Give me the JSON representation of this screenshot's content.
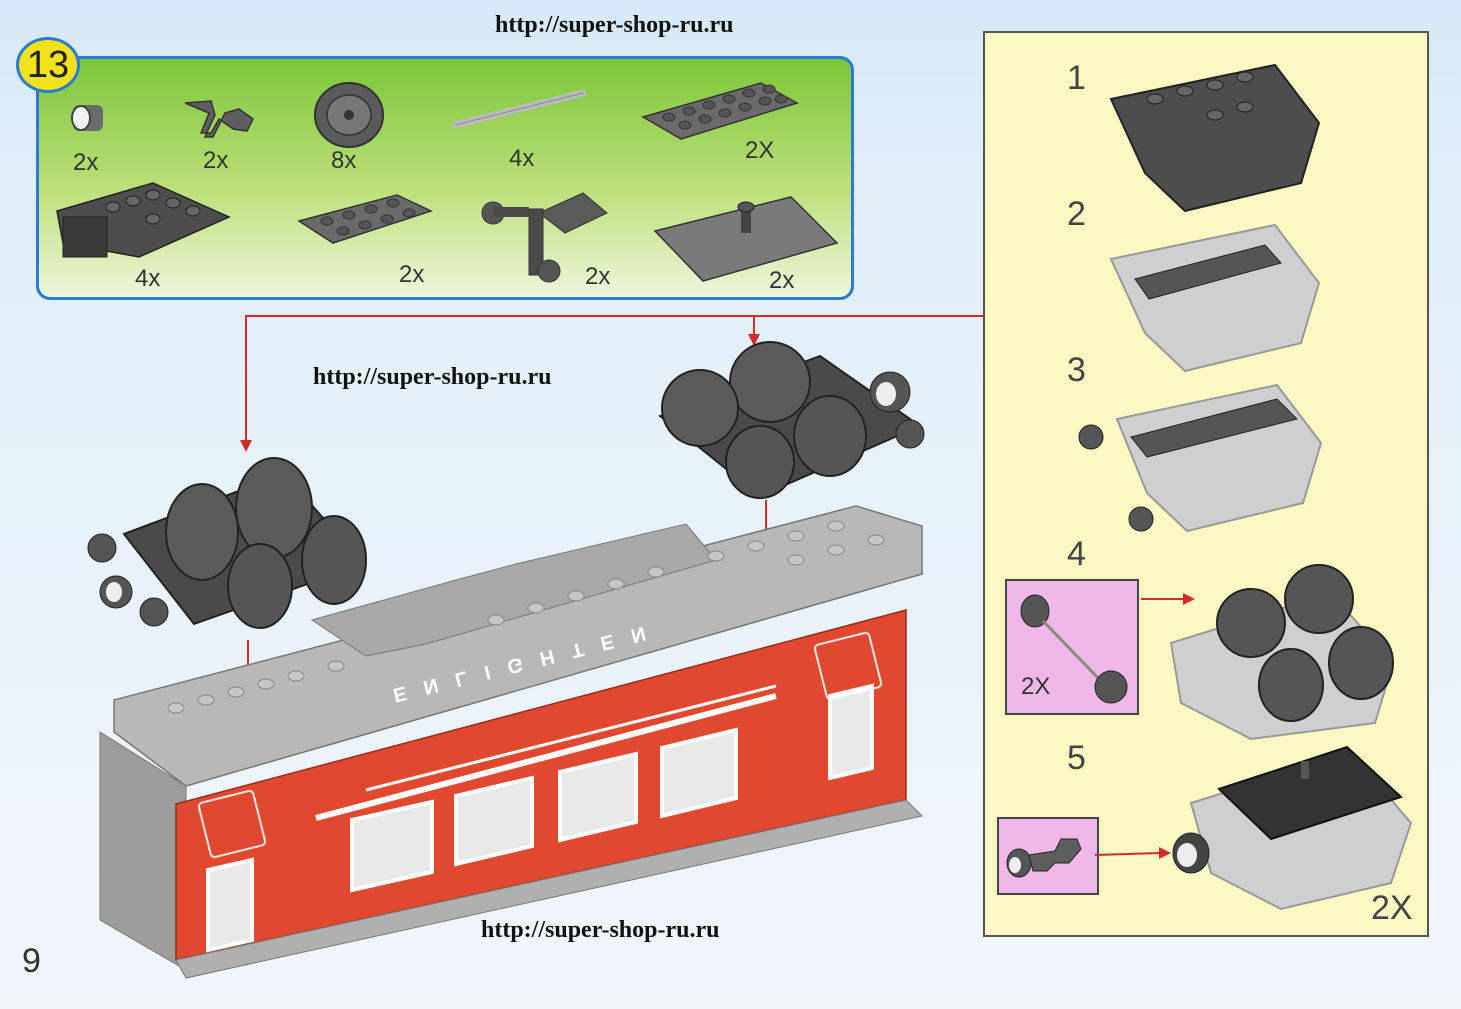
{
  "watermarks": [
    "http://super-shop-ru.ru",
    "http://super-shop-ru.ru",
    "http://super-shop-ru.ru"
  ],
  "step_number": "13",
  "parts": [
    {
      "name": "round-brick",
      "qty": "2x"
    },
    {
      "name": "coupling-hook",
      "qty": "2x"
    },
    {
      "name": "train-wheel",
      "qty": "8x"
    },
    {
      "name": "axle-bar",
      "qty": "4x"
    },
    {
      "name": "plate-2x6",
      "qty": "2X"
    },
    {
      "name": "bogie-base",
      "qty": "4x"
    },
    {
      "name": "plate-2x4",
      "qty": "2x"
    },
    {
      "name": "buffer-plate",
      "qty": "2x"
    },
    {
      "name": "turntable-plate",
      "qty": "2x"
    }
  ],
  "sub_steps": [
    "1",
    "2",
    "3",
    "4",
    "5"
  ],
  "sub_step_4_qty": "2X",
  "side_panel_qty": "2X",
  "car_lettering": "ENLIGHTEN",
  "page_number": "9",
  "colors": {
    "accent": "#2a7bd4",
    "badge": "#f2e21a",
    "arrow": "#d42a2a",
    "car_body": "#e0492f"
  }
}
